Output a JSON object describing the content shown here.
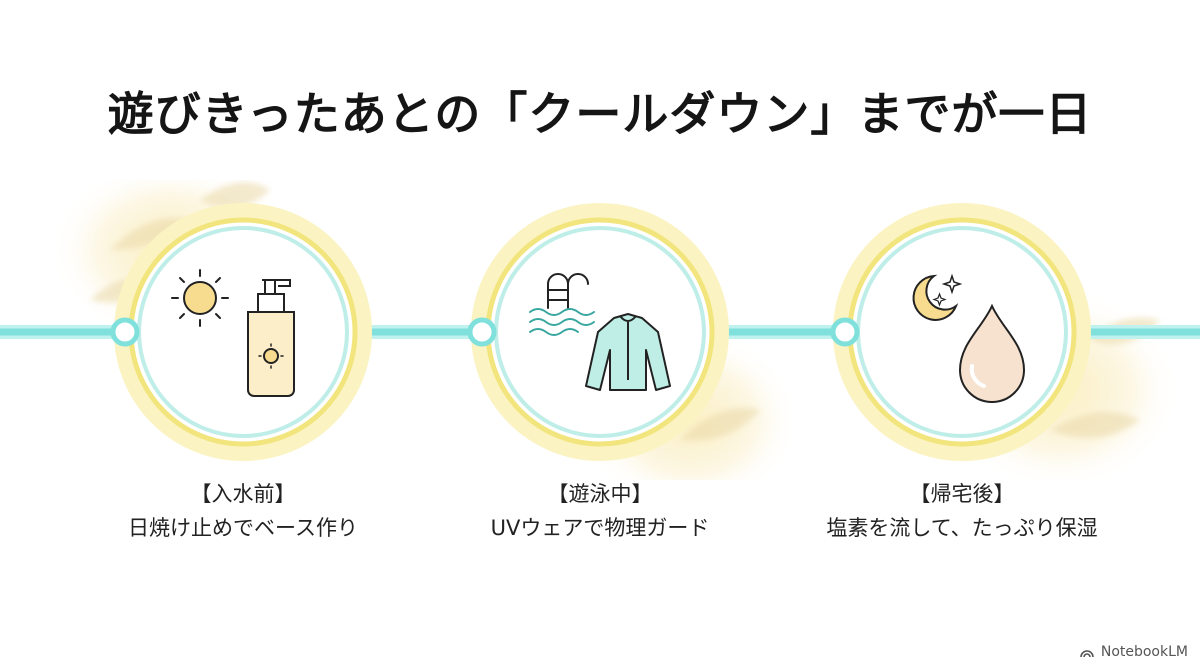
{
  "title": "遊びきったあとの「クールダウン」までが一日",
  "steps": [
    {
      "heading": "【入水前】",
      "text": "日焼け止めでベース作り",
      "icons": [
        "sun-icon",
        "sunscreen-bottle-icon"
      ]
    },
    {
      "heading": "【遊泳中】",
      "text": "UVウェアで物理ガード",
      "icons": [
        "pool-ladder-icon",
        "rash-guard-icon"
      ]
    },
    {
      "heading": "【帰宅後】",
      "text": "塩素を流して、たっぷり保湿",
      "icons": [
        "moon-stars-icon",
        "droplet-icon"
      ]
    }
  ],
  "branding": {
    "label": "NotebookLM",
    "icon": "notebooklm-logo-icon"
  },
  "colors": {
    "line": "#7fe0dc",
    "ring": "#f2e57e",
    "glow": "#f4d98a",
    "sun": "#f7dc8f"
  }
}
